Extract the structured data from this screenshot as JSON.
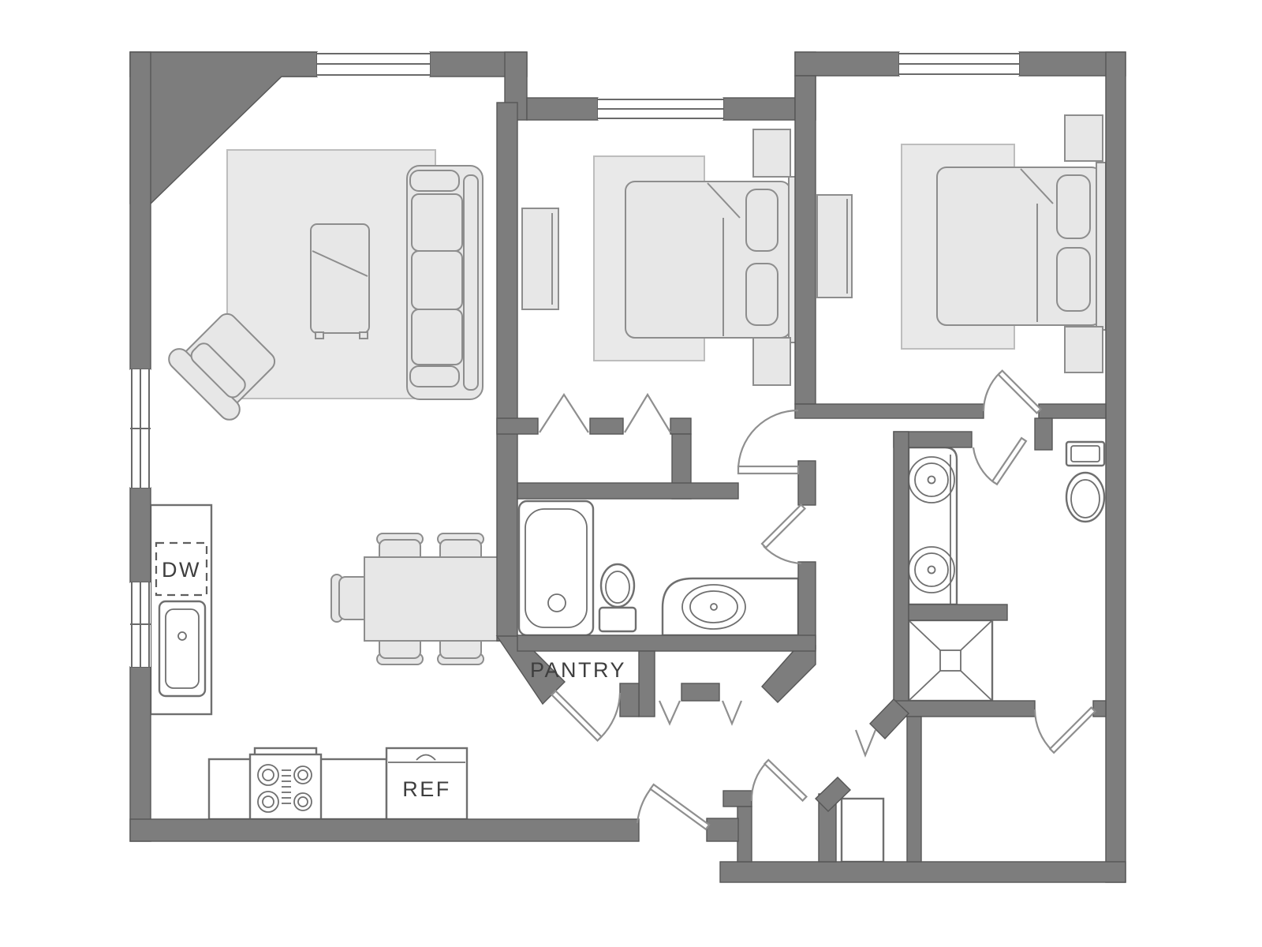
{
  "labels": {
    "dishwasher": "DW",
    "pantry": "PANTRY",
    "refrigerator": "REF"
  },
  "colors": {
    "wall": "#7d7d7d",
    "wall-stroke": "#565656",
    "furniture": "#e7e7e7",
    "furniture-stroke": "#8d8d8d",
    "rug": "#e9e9e9",
    "rug-stroke": "#bdbdbd",
    "fixture-stroke": "#6f6f6f",
    "line": "#8f8f8f",
    "text": "#3e3e3e",
    "background": "#ffffff"
  }
}
